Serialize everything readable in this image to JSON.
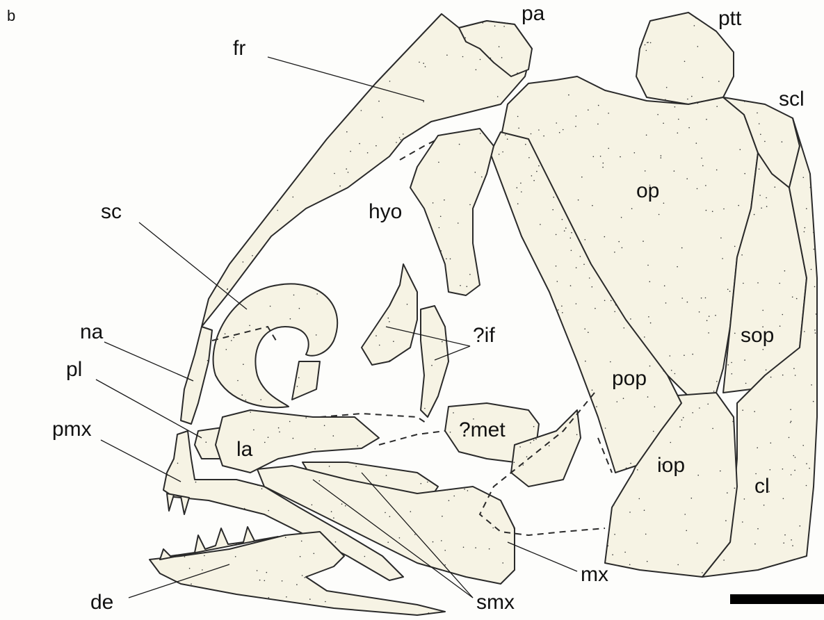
{
  "panel_letter": "b",
  "labels": {
    "pa": "pa",
    "fr": "fr",
    "ptt": "ptt",
    "scl": "scl",
    "op": "op",
    "hyo": "hyo",
    "sc": "sc",
    "na": "na",
    "pl": "pl",
    "pmx": "pmx",
    "la": "la",
    "if": "?if",
    "met": "?met",
    "pop": "pop",
    "sop": "sop",
    "iop": "iop",
    "cl": "cl",
    "mx": "mx",
    "smx": "smx",
    "de": "de"
  },
  "colors": {
    "bone_fill": "#f6f3e4",
    "outline": "#2a2a2a",
    "background": "#fdfdfb"
  }
}
